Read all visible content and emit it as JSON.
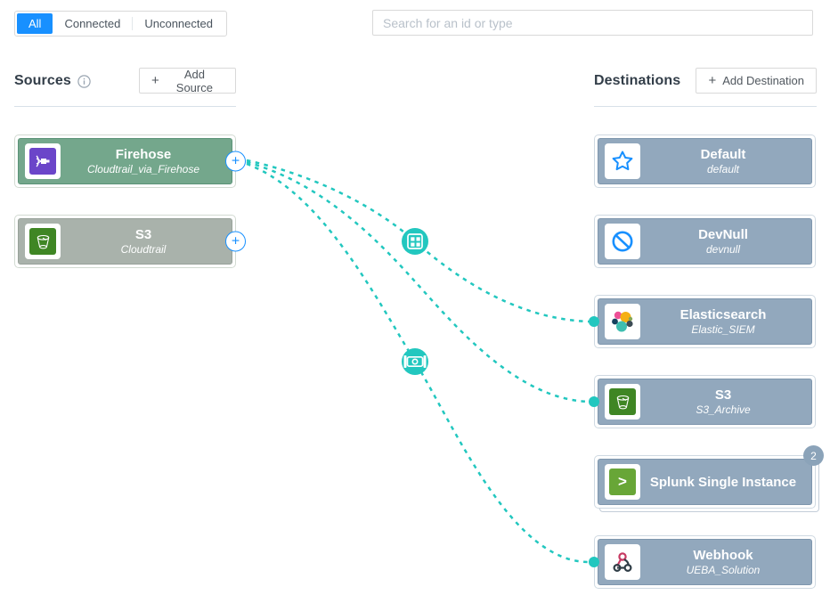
{
  "filter": {
    "options": [
      {
        "label": "All",
        "active": true
      },
      {
        "label": "Connected",
        "active": false
      },
      {
        "label": "Unconnected",
        "active": false
      }
    ]
  },
  "search": {
    "placeholder": "Search for an id or type"
  },
  "sources_panel": {
    "title": "Sources",
    "add_label": "Add Source"
  },
  "destinations_panel": {
    "title": "Destinations",
    "add_label": "Add Destination"
  },
  "sources": [
    {
      "title": "Firehose",
      "subtitle": "Cloudtrail_via_Firehose",
      "icon": "firehose-icon",
      "state": "connected"
    },
    {
      "title": "S3",
      "subtitle": "Cloudtrail",
      "icon": "s3-bucket-icon",
      "state": "unconnected"
    }
  ],
  "destinations": [
    {
      "title": "Default",
      "subtitle": "default",
      "icon": "star-icon",
      "state": "unconnected"
    },
    {
      "title": "DevNull",
      "subtitle": "devnull",
      "icon": "block-icon",
      "state": "unconnected"
    },
    {
      "title": "Elasticsearch",
      "subtitle": "Elastic_SIEM",
      "icon": "elasticsearch-icon",
      "state": "connected"
    },
    {
      "title": "S3",
      "subtitle": "S3_Archive",
      "icon": "s3-bucket-icon",
      "state": "connected"
    },
    {
      "title": "Splunk Single Instance",
      "subtitle": "",
      "icon": "splunk-icon",
      "state": "unconnected",
      "badge": "2"
    },
    {
      "title": "Webhook",
      "subtitle": "UEBA_Solution",
      "icon": "webhook-icon",
      "state": "connected"
    }
  ],
  "connections": [
    {
      "from": "Cloudtrail_via_Firehose",
      "to": "Elastic_SIEM",
      "middle_icon": "pack-grid-icon"
    },
    {
      "from": "Cloudtrail_via_Firehose",
      "to": "S3_Archive",
      "middle_icon": null
    },
    {
      "from": "Cloudtrail_via_Firehose",
      "to": "UEBA_Solution",
      "middle_icon": "pipeline-icon"
    }
  ],
  "ui": {
    "plus": "+",
    "splunk_glyph": ">"
  },
  "colors": {
    "accent_blue": "#1890ff",
    "connection_teal": "#22c7bf",
    "source_connected": "#74a78c",
    "source_unconnected": "#a9b2ab",
    "destination_card": "#92a8bd"
  }
}
